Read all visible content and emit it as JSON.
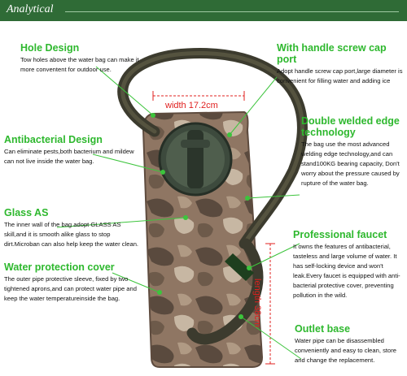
{
  "header": {
    "title": "Analytical"
  },
  "measurements": {
    "width": "width 17.2cm",
    "length": "length 38cm"
  },
  "features": {
    "hole": {
      "title": "Hole Design",
      "desc": "Tow holes above the water bag can make it more conventent for outdoor use."
    },
    "cap": {
      "title": "With handle screw cap port",
      "desc": "Adopt handle screw cap port,large diameter is convenient for filling water and adding ice"
    },
    "antibacterial": {
      "title": "Antibacterial Design",
      "desc": "Can eliminate pests,both bacterium and mildew can not live inside the water bag."
    },
    "weld": {
      "title": "Double welded edge technology",
      "desc": "The bag use the most advanced welding edge technology,and can stand100KG bearing capacity, Don't worry about the pressure caused by rupture of the water bag."
    },
    "glass": {
      "title": "Glass AS",
      "desc": "The inner wall of the bag adopt GLASS AS skill,and it is smooth alike glass to stop dirt.Microban can also help keep the water clean."
    },
    "faucet": {
      "title": "Professional faucet",
      "desc": "It owns the features of antibacterial, tasteless and large volume of water. It has self-locking device and won't leak.Every faucet is equipped with anti-bacterial protective cover, preventing pollution in the wild."
    },
    "cover": {
      "title": "Water protection cover",
      "desc": "The outer pipe protective sleeve, fixed by two tightened aprons,and can protect water pipe and keep the water temperatureinside the bag."
    },
    "outlet": {
      "title": "Outlet base",
      "desc": "Water pipe can be disassembled conveniently and easy to clean, store and change the replacement."
    }
  },
  "colors": {
    "header_bg": "#2f6b36",
    "feature_title": "#2eb82e",
    "measure": "#e0201f",
    "pointer": "#3cc43c"
  }
}
